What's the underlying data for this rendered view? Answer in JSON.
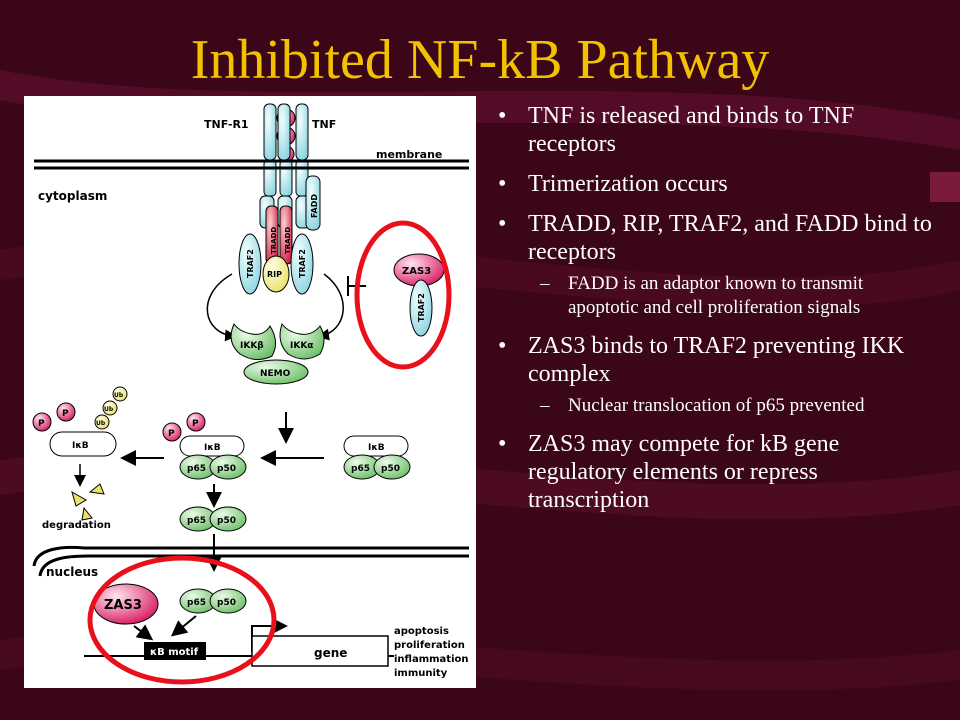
{
  "slide": {
    "title": "Inhibited NF-kB Pathway",
    "colors": {
      "background": "#3a0618",
      "title": "#f2c200",
      "text": "#ffffff",
      "highlight_circle": "#e8101a"
    }
  },
  "bullets": [
    {
      "text": "TNF is released and binds to TNF receptors",
      "sub": []
    },
    {
      "text": "Trimerization occurs",
      "sub": []
    },
    {
      "text": "TRADD, RIP, TRAF2, and FADD bind to receptors",
      "sub": [
        "FADD is an adaptor known to transmit apoptotic and cell proliferation signals"
      ]
    },
    {
      "text": "ZAS3 binds to TRAF2 preventing IKK complex",
      "sub": [
        "Nuclear translocation of p65 prevented"
      ]
    },
    {
      "text": "ZAS3 may compete for kB gene regulatory elements or repress transcription",
      "sub": []
    }
  ],
  "bullet_marks": {
    "bullet": "•",
    "dash": "–"
  },
  "diagram": {
    "tnf_r1": "TNF-R1",
    "tnf": "TNF",
    "membrane": "membrane",
    "cytoplasm": "cytoplasm",
    "tradd": "TRADD",
    "fadd": "FADD",
    "traf2": "TRAF2",
    "rip": "RIP",
    "zas3": "ZAS3",
    "ikk_beta": "IKKβ",
    "ikk_alpha": "IKKα",
    "nemo": "NEMO",
    "ub": "Ub",
    "p": "P",
    "ikb": "IκB",
    "p65": "p65",
    "p50": "p50",
    "degradation": "degradation",
    "nucleus": "nucleus",
    "kb_motif": "κB motif",
    "gene": "gene",
    "outcomes": [
      "apoptosis",
      "proliferation",
      "inflammation",
      "immunity"
    ]
  }
}
